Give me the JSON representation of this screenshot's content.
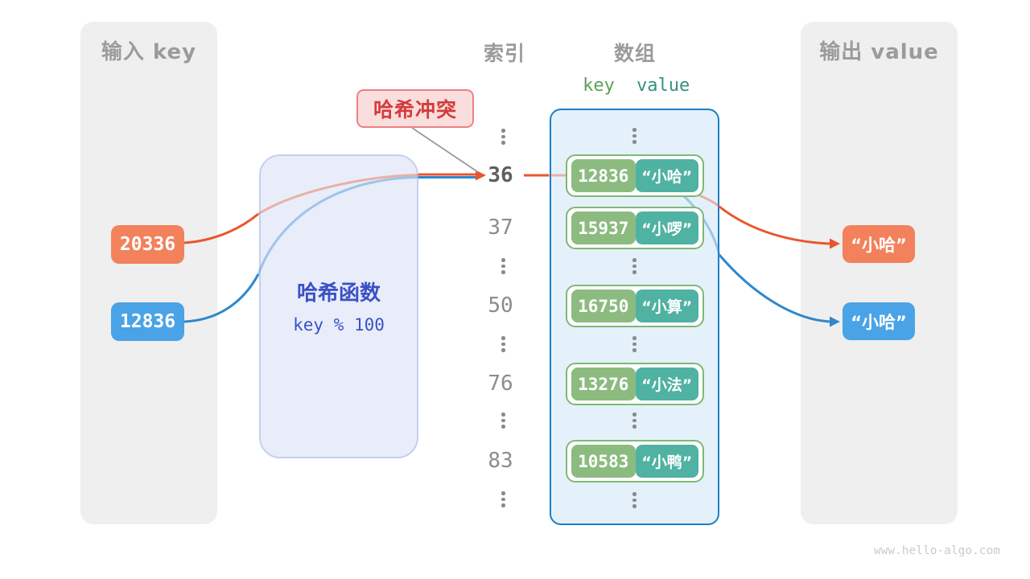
{
  "input_panel": {
    "title": "输入 key",
    "keys": [
      {
        "label": "20336",
        "color": "#f2815c"
      },
      {
        "label": "12836",
        "color": "#4aa3e6"
      }
    ]
  },
  "hash_function": {
    "title": "哈希函数",
    "formula": "key % 100"
  },
  "collision_badge": {
    "label": "哈希冲突"
  },
  "index_column": {
    "title": "索引",
    "values": [
      "36",
      "37",
      "50",
      "76",
      "83"
    ],
    "highlighted_value": "36"
  },
  "array_panel": {
    "title": "数组",
    "key_header": "key",
    "value_header": "value",
    "rows": [
      {
        "key": "12836",
        "value": "“小哈”"
      },
      {
        "key": "15937",
        "value": "“小啰”"
      },
      {
        "key": "16750",
        "value": "“小算”"
      },
      {
        "key": "13276",
        "value": "“小法”"
      },
      {
        "key": "10583",
        "value": "“小鸭”"
      }
    ]
  },
  "output_panel": {
    "title": "输出 value",
    "outputs": [
      {
        "label": "“小哈”",
        "color": "#f2815c"
      },
      {
        "label": "“小哈”",
        "color": "#4aa3e6"
      }
    ]
  },
  "colors": {
    "orange_line": "#e8562d",
    "blue_line": "#2f88cc",
    "key_cell": "#8cbb80",
    "value_cell": "#4fb2a2",
    "array_border": "#1a7fc5",
    "hash_text": "#3a51c6",
    "collision_text": "#d43c3c",
    "panel_bg": "#efefef"
  },
  "watermark": "www.hello-algo.com"
}
